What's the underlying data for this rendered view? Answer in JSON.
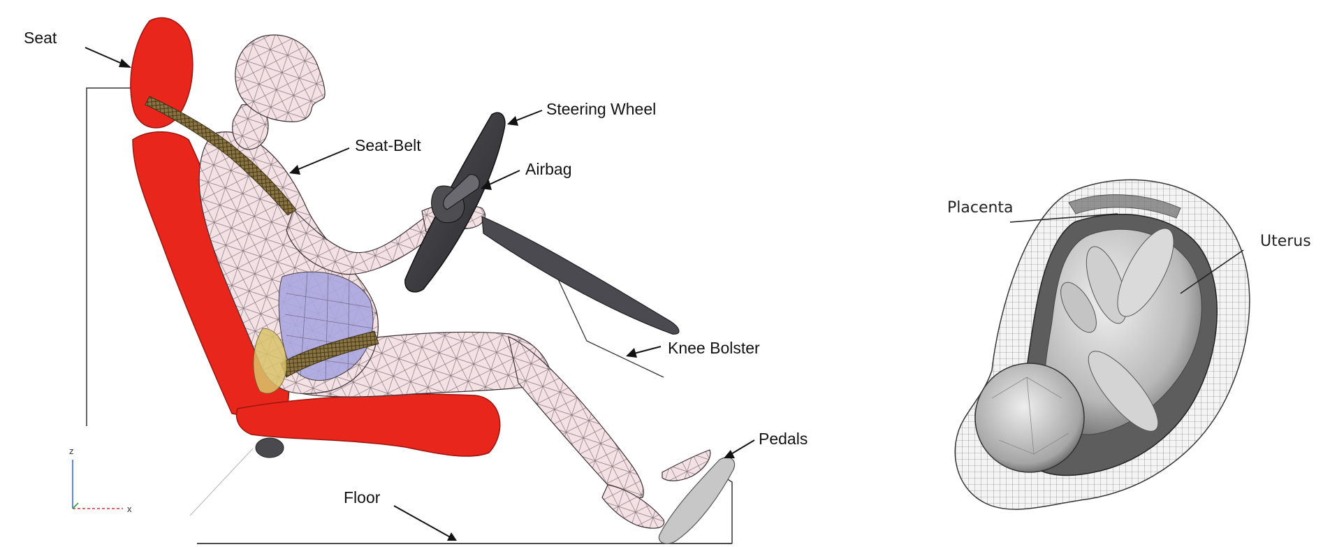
{
  "left_figure": {
    "labels": {
      "seat": "Seat",
      "seat_belt": "Seat-Belt",
      "steering_wheel": "Steering Wheel",
      "airbag": "Airbag",
      "knee_bolster": "Knee Bolster",
      "pedals": "Pedals",
      "floor": "Floor"
    },
    "axis_triad": {
      "z": "z",
      "x": "x"
    },
    "colors": {
      "seat": "#e8261b",
      "body_mesh": "#f1dcdf",
      "wheel": "#3b3b3f",
      "belt": "#7a6a45",
      "abdomen": "#a9a9e0"
    }
  },
  "right_figure": {
    "labels": {
      "placenta": "Placenta",
      "uterus": "Uterus"
    },
    "colors": {
      "uterus_mesh": "#9a9a9a",
      "fetus": "#c8c8c8"
    }
  }
}
